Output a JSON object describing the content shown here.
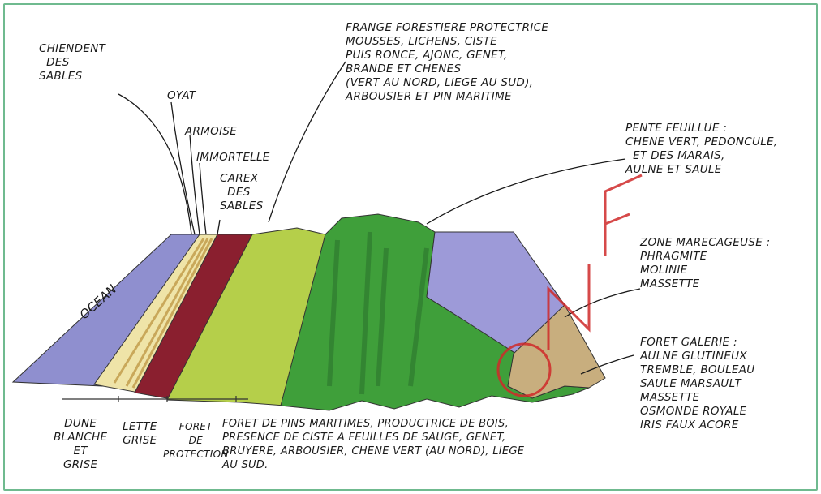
{
  "labels": {
    "chiendent": "CHIENDENT\n  DES\nSABLES",
    "oyat": "OYAT",
    "armoise": "ARMOISE",
    "immortelle": "IMMORTELLE",
    "carex": "CAREX\n  DES\nSABLES",
    "frange": "FRANGE FORESTIERE PROTECTRICE\nMOUSSES, LICHENS, CISTE\nPUIS RONCE, AJONC, GENET,\nBRANDE ET CHENES\n(VERT AU NORD, LIEGE AU SUD),\nARBOUSIER ET PIN MARITIME",
    "pente": "PENTE FEUILLUE :\nCHENE VERT, PEDONCULE,\n  ET DES MARAIS,\nAULNE ET SAULE",
    "zone_marecageuse": "ZONE MARECAGEUSE :\nPHRAGMITE\nMOLINIE\nMASSETTE",
    "foret_galerie": "FORET GALERIE :\nAULNE GLUTINEUX\nTREMBLE, BOULEAU\nSAULE MARSAULT\nMASSETTE\nOSMONDE ROYALE\nIRIS FAUX ACORE",
    "ocean": "OCEAN",
    "dune": "DUNE\nBLANCHE\nET\nGRISE",
    "lette": "LETTE\nGRISE",
    "foret_protection": "FORET\nDE\nPROTECTION",
    "foret_pins": "FORET DE PINS MARITIMES, PRODUCTRICE DE BOIS,\nPRESENCE DE CISTE A FEUILLES DE SAUGE, GENET,\nBRUYERE, ARBOUSIER, CHENE VERT (AU NORD), LIEGE\nAU SUD."
  },
  "colors": {
    "frame": "#6fba8f",
    "ocean": "#8f8fcf",
    "dune": "#efe4a8",
    "dune_dark": "#c9a85a",
    "lette": "#8a1f2f",
    "protection_forest": "#b5cf4a",
    "pine_forest": "#3f9f3a",
    "pine_forest_dark": "#2f7a2f",
    "pond": "#9d9ad8",
    "marsh": "#c8ae7e",
    "ink": "#1a1a1a",
    "watermark": "#d02a2a"
  },
  "watermark_text": "ONF"
}
